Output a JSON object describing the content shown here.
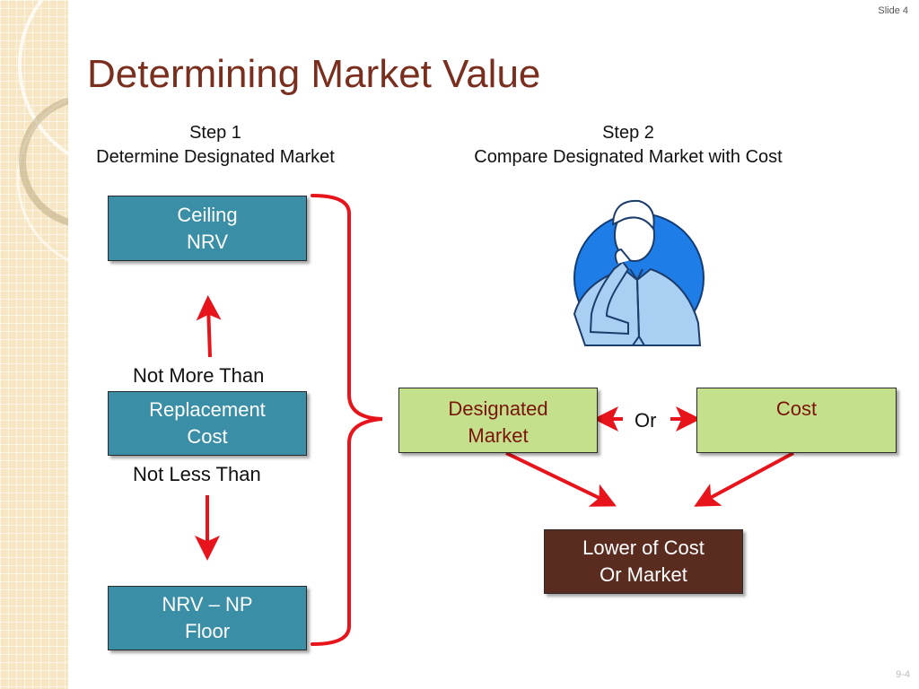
{
  "slide": {
    "label": "Slide 4",
    "page": "9-4"
  },
  "title": "Determining Market Value",
  "step1": {
    "line1": "Step 1",
    "line2": "Determine Designated Market"
  },
  "step2": {
    "line1": "Step 2",
    "line2": "Compare Designated Market with Cost"
  },
  "boxes": {
    "ceiling": {
      "line1": "Ceiling",
      "line2": "NRV"
    },
    "replacement": {
      "line1": "Replacement",
      "line2": "Cost"
    },
    "floor": {
      "line1": "NRV – NP",
      "line2": "Floor"
    },
    "designated": {
      "line1": "Designated",
      "line2": "Market"
    },
    "cost": {
      "line1": "Cost"
    },
    "lcm": {
      "line1": "Lower of Cost",
      "line2": "Or Market"
    }
  },
  "labels": {
    "not_more_than": "Not More Than",
    "not_less_than": "Not Less Than",
    "or": "Or"
  },
  "colors": {
    "title": "#7a2e1e",
    "teal_box": "#3a8ea6",
    "green_box": "#c4e08c",
    "brown_box": "#5a2c20",
    "arrow": "#e8141b",
    "clipart_circle": "#1e7de6"
  },
  "icons": [
    "thinking-man-clipart"
  ]
}
